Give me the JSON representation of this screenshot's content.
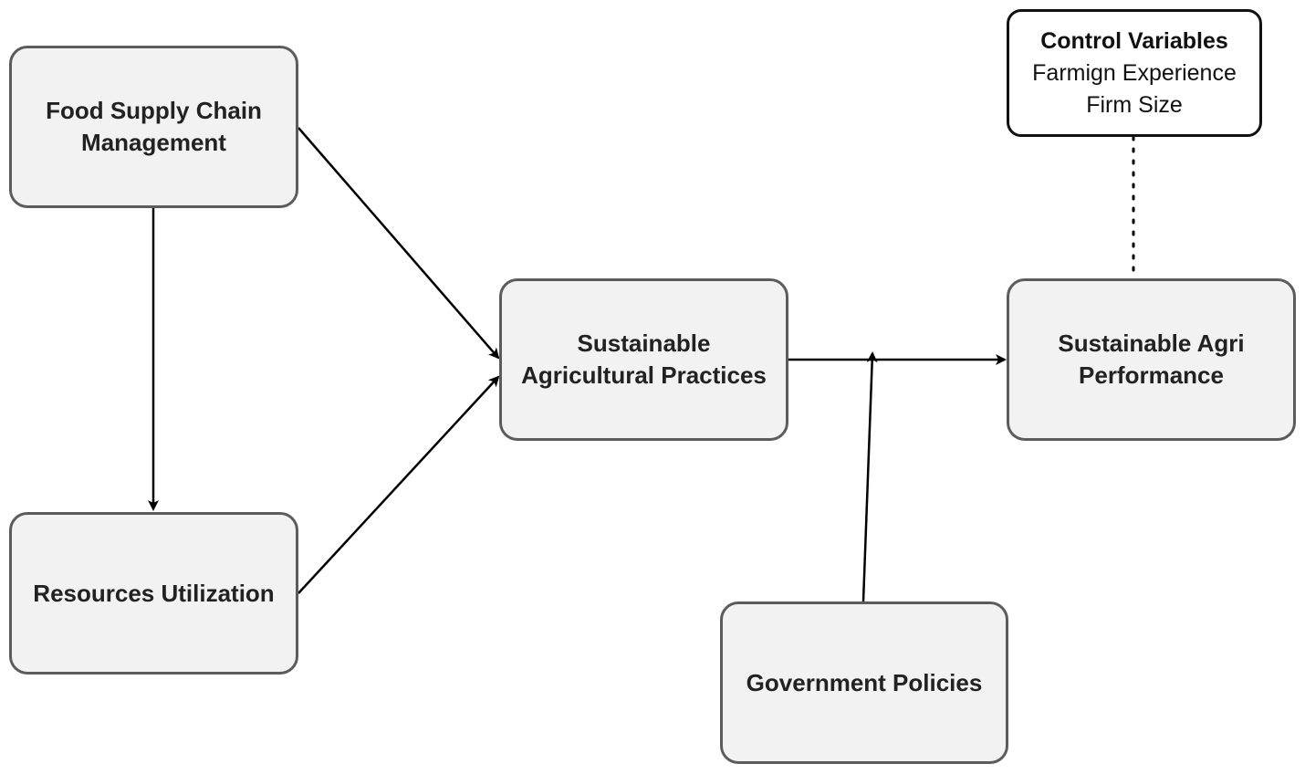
{
  "nodes": {
    "food_supply_chain": {
      "lines": [
        "Food Supply Chain",
        "Management"
      ]
    },
    "resources_utilization": {
      "lines": [
        "Resources Utilization"
      ]
    },
    "sustainable_practices": {
      "lines": [
        "Sustainable",
        "Agricultural Practices"
      ]
    },
    "sustainable_performance": {
      "lines": [
        "Sustainable Agri",
        "Performance"
      ]
    },
    "government_policies": {
      "lines": [
        "Government Policies"
      ]
    },
    "control_variables": {
      "title": "Control Variables",
      "items": [
        "Farmign Experience",
        "Firm Size"
      ]
    }
  },
  "edges": [
    {
      "from": "food_supply_chain",
      "to": "resources_utilization",
      "style": "solid-arrow"
    },
    {
      "from": "food_supply_chain",
      "to": "sustainable_practices",
      "style": "solid-arrow"
    },
    {
      "from": "resources_utilization",
      "to": "sustainable_practices",
      "style": "solid-arrow"
    },
    {
      "from": "sustainable_practices",
      "to": "sustainable_performance",
      "style": "solid-arrow"
    },
    {
      "from": "government_policies",
      "to": "sustainable_practices->sustainable_performance",
      "style": "solid-arrow-moderation"
    },
    {
      "from": "control_variables",
      "to": "sustainable_performance",
      "style": "dotted-line"
    }
  ],
  "colors": {
    "node_fill": "#f2f2f2",
    "node_border": "#5c5c5c",
    "line": "#000000"
  }
}
